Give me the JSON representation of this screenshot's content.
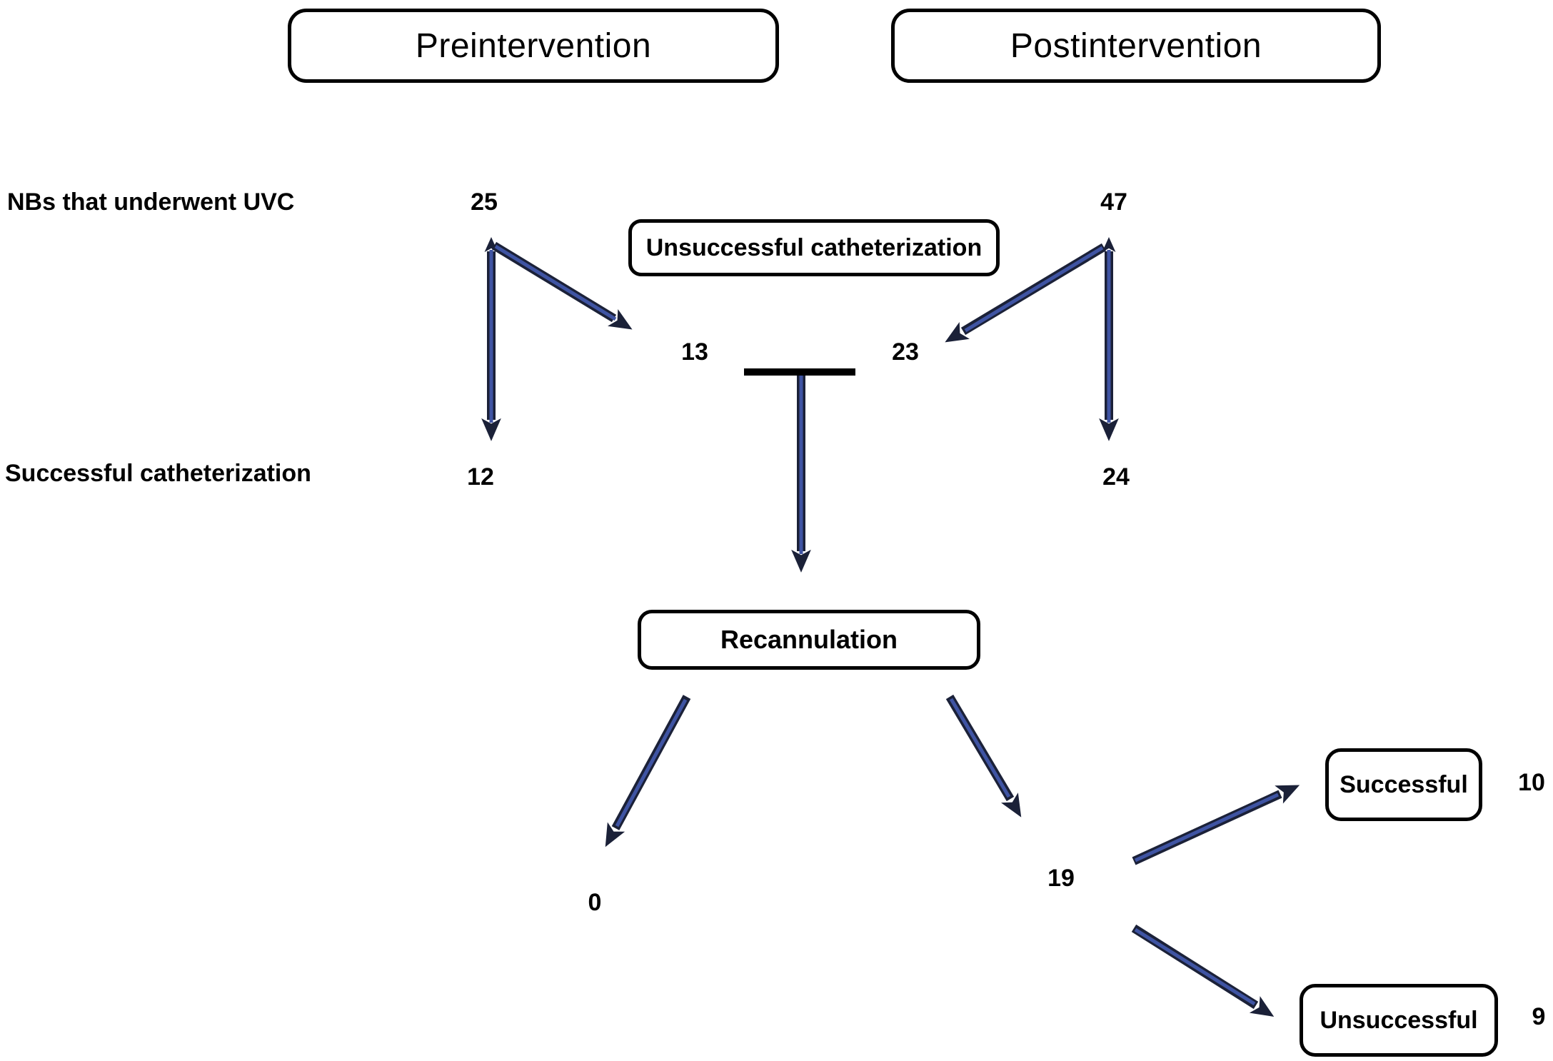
{
  "header": {
    "pre_label": "Preintervention",
    "post_label": "Postintervention"
  },
  "row_labels": {
    "underwent": "NBs that underwent UVC",
    "successful": "Successful catheterization"
  },
  "nodes": {
    "unsuccessful_cath": "Unsuccessful catheterization",
    "recannulation": "Recannulation",
    "recann_successful": "Successful",
    "recann_unsuccessful": "Unsuccessful"
  },
  "values": {
    "pre_underwent": "25",
    "post_underwent": "47",
    "pre_unsuccessful": "13",
    "post_unsuccessful": "23",
    "pre_successful": "12",
    "post_successful": "24",
    "recann_pre": "0",
    "recann_post": "19",
    "recann_success": "10",
    "recann_failure": "9"
  },
  "colors": {
    "background": "#ffffff",
    "text": "#000000",
    "box_border": "#000000",
    "arrow_core": "#3f54a3",
    "arrow_edge": "#1b2138",
    "connector": "#000000"
  }
}
